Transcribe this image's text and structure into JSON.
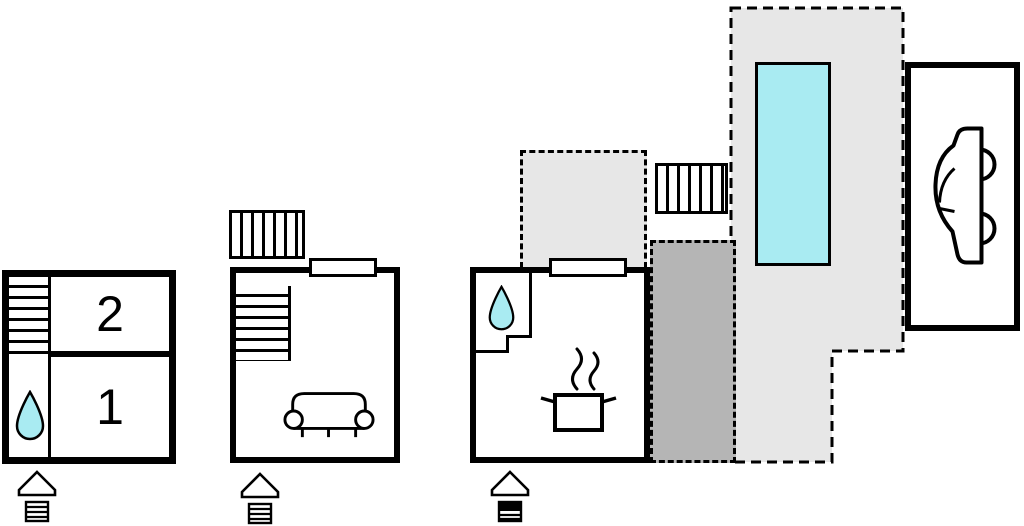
{
  "page": {
    "background": "#ffffff"
  },
  "colors": {
    "wall": "#000000",
    "water": "#a9ebf2",
    "terrace_light": "#e7e7e7",
    "patio_dark": "#b5b5b5"
  },
  "plans": {
    "basement": {
      "name": "basement-plan",
      "rooms": [
        {
          "label": "2"
        },
        {
          "label": "1"
        }
      ],
      "icons": [
        "staircase-icon",
        "water-drop-icon",
        "entrance-arrow-icon"
      ]
    },
    "living": {
      "name": "living-room-plan",
      "icons": [
        "exterior-staircase-icon",
        "staircase-icon",
        "window-icon",
        "sofa-icon",
        "entrance-arrow-icon"
      ]
    },
    "kitchen": {
      "name": "kitchen-plan",
      "icons": [
        "water-drop-icon",
        "window-icon",
        "cooking-pot-icon",
        "entrance-arrow-icon"
      ]
    }
  },
  "outdoor": {
    "areas": [
      {
        "name": "terrace-small",
        "fill": "#e7e7e7"
      },
      {
        "name": "terrace-large",
        "fill": "#e7e7e7"
      },
      {
        "name": "patio-dark",
        "fill": "#b5b5b5"
      },
      {
        "name": "carport",
        "fill": "#ffffff"
      }
    ],
    "icons": [
      "swimming-pool-icon",
      "pool-steps-icon",
      "car-icon"
    ]
  },
  "entrances": {
    "count": 3,
    "icon": "entrance-arrow-icon"
  }
}
